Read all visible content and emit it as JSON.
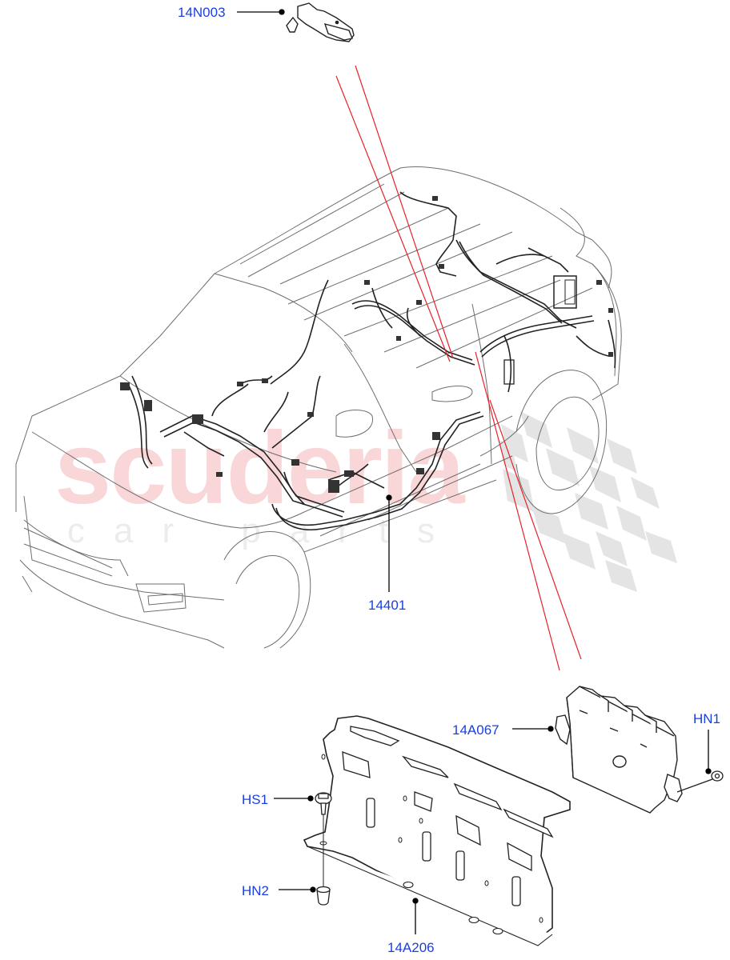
{
  "diagram": {
    "title": "Wiring harness and module installation (exploded parts view)",
    "watermark": {
      "main": "scuderia",
      "sub": "car parts",
      "main_color": "#f9d6d8",
      "checker_color": "#e2e2e2"
    },
    "colors": {
      "callout_text": "#1a3fe0",
      "leader_line": "#000000",
      "outline": "#6e6e6e",
      "projection_line": "#e8202a"
    },
    "callouts": [
      {
        "id": "14N003",
        "label": "14N003",
        "part": "sensor / connector bracket (top)"
      },
      {
        "id": "14401",
        "label": "14401",
        "part": "main wiring harness"
      },
      {
        "id": "14A067",
        "label": "14A067",
        "part": "control module"
      },
      {
        "id": "HN1",
        "label": "HN1",
        "part": "nut (module)"
      },
      {
        "id": "HS1",
        "label": "HS1",
        "part": "bolt (bracket)"
      },
      {
        "id": "HN2",
        "label": "HN2",
        "part": "nut (bracket)"
      },
      {
        "id": "14A206",
        "label": "14A206",
        "part": "module mounting bracket"
      }
    ]
  }
}
